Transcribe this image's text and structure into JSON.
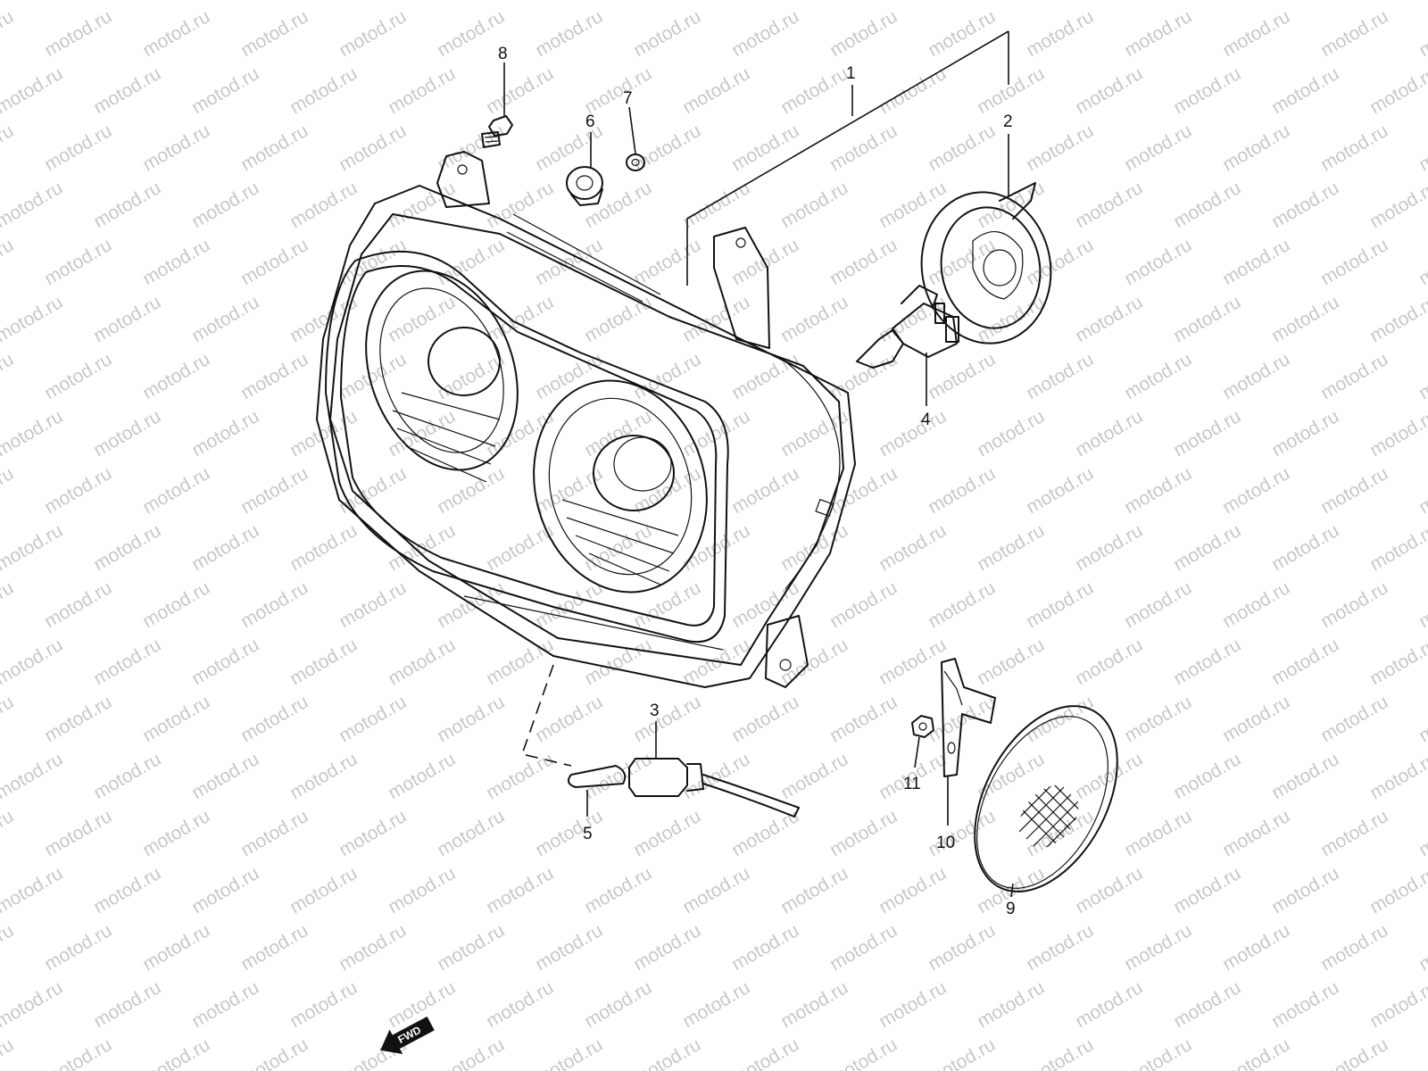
{
  "watermark": {
    "text": "motod.ru",
    "color": "#c8c8c8"
  },
  "direction_badge": {
    "label": "FWD"
  },
  "callouts": [
    {
      "id": "1",
      "text": "1"
    },
    {
      "id": "2",
      "text": "2"
    },
    {
      "id": "3",
      "text": "3"
    },
    {
      "id": "4",
      "text": "4"
    },
    {
      "id": "5",
      "text": "5"
    },
    {
      "id": "6",
      "text": "6"
    },
    {
      "id": "7",
      "text": "7"
    },
    {
      "id": "8",
      "text": "8"
    },
    {
      "id": "9",
      "text": "9"
    },
    {
      "id": "10",
      "text": "10"
    },
    {
      "id": "11",
      "text": "11"
    }
  ]
}
